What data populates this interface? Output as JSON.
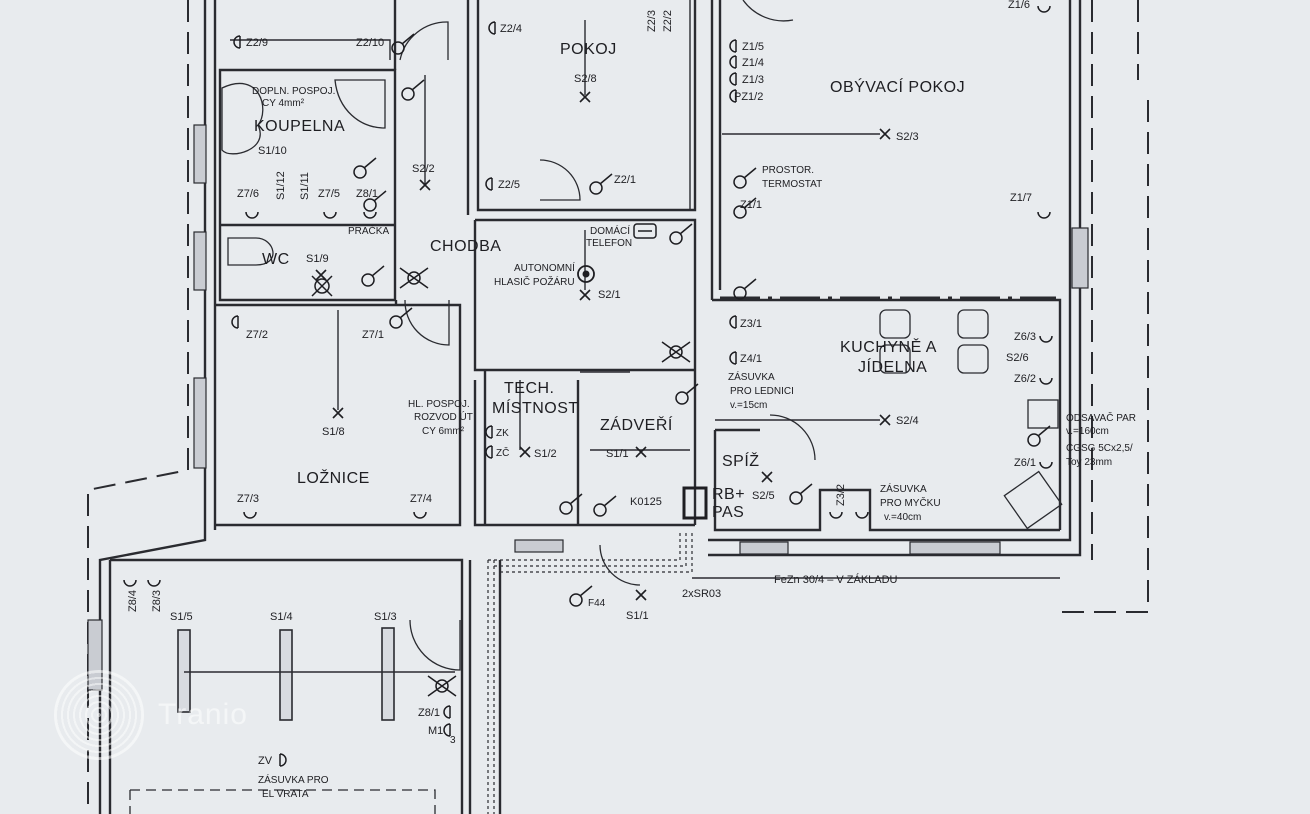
{
  "rooms": {
    "pokoj": "POKOJ",
    "obyvaci_pokoj": "OBÝVACÍ POKOJ",
    "koupelna": "KOUPELNA",
    "wc": "WC",
    "chodba": "CHODBA",
    "loznice": "LOŽNICE",
    "tech_line1": "TECH.",
    "tech_line2": "MÍSTNOST",
    "zadveri": "ZÁDVEŘÍ",
    "kuchyne_line1": "KUCHYNĚ  A",
    "kuchyne_line2": "JÍDELNA",
    "spiz": "SPÍŽ"
  },
  "labels": {
    "z2_9": "Z2/9",
    "z2_10": "Z2/10",
    "z2_4": "Z2/4",
    "z2_3_top": "Z2/3",
    "z2_2_top": "Z2/2",
    "s2_8": "S2/8",
    "z2_5": "Z2/5",
    "z2_1": "Z2/1",
    "z1_6": "Z1/6",
    "z1_5": "Z1/5",
    "z1_4": "Z1/4",
    "z1_3": "Z1/3",
    "pz1_2": "PZ1/2",
    "s2_3": "S2/3",
    "prostor_line1": "PROSTOR.",
    "prostor_line2": "TERMOSTAT",
    "z1_1": "Z1/1",
    "z1_7": "Z1/7",
    "dopln_line1": "DOPLN. POSPOJ.",
    "dopln_line2": "CY 4mm²",
    "s1_10": "S1/10",
    "s1_12": "S1/12",
    "s1_11": "S1/11",
    "z7_6": "Z7/6",
    "z7_5": "Z7/5",
    "z8_1_bath": "Z8/1",
    "pracka": "PRAČKA",
    "s2_2": "S2/2",
    "domaci_line1": "DOMÁCÍ",
    "domaci_line2": "TELEFON",
    "s1_9": "S1/9",
    "autonomni_line1": "AUTONOMNÍ",
    "autonomni_line2": "HLASIČ POŽÁRU",
    "s2_1": "S2/1",
    "z7_2": "Z7/2",
    "z7_1": "Z7/1",
    "z3_1": "Z3/1",
    "z4_1": "Z4/1",
    "zasuvka_led_1": "ZÁSUVKA",
    "zasuvka_led_2": "PRO LEDNICI",
    "zasuvka_led_3": "v.=15cm",
    "z6_3": "Z6/3",
    "s2_6": "S2/6",
    "z6_2": "Z6/2",
    "s1_8": "S1/8",
    "hl_line1": "HL. POSPOJ.",
    "hl_line2": "ROZVOD ÚT",
    "hl_line3": "CY 6mm²",
    "zk": "ZK",
    "zc": "ZČ",
    "s1_2": "S1/2",
    "s1_1_zad": "S1/1",
    "s2_4": "S2/4",
    "odsavac_1": "ODSAVAČ PAR",
    "odsavac_2": "v.=160cm",
    "cgsg_1": "CGSG 5Cx2,5/",
    "cgsg_2": "Toy 23mm",
    "z6_1": "Z6/1",
    "s2_5": "S2/5",
    "z3_2": "Z3/2",
    "zasuvka_myc_1": "ZÁSUVKA",
    "zasuvka_myc_2": "PRO MYČKU",
    "zasuvka_myc_3": "v.=40cm",
    "z7_3": "Z7/3",
    "z7_4": "Z7/4",
    "k0125": "K0125",
    "rb_pas_1": "RB+",
    "rb_pas_2": "PAS",
    "fezn": "FeZn 30/4 – V ZÁKLADU",
    "sr03": "2xSR03",
    "s1_1_out": "S1/1",
    "f44": "F44",
    "z8_4": "Z8/4",
    "z8_3": "Z8/3",
    "s1_5": "S1/5",
    "s1_4": "S1/4",
    "s1_3": "S1/3",
    "z8_1_gar": "Z8/1",
    "m1": "M1",
    "m1_sub": "3",
    "zv": "ZV",
    "zasuvka_vrata_1": "ZÁSUVKA PRO",
    "zasuvka_vrata_2": "EL VRATA"
  },
  "watermark": "Tranio"
}
